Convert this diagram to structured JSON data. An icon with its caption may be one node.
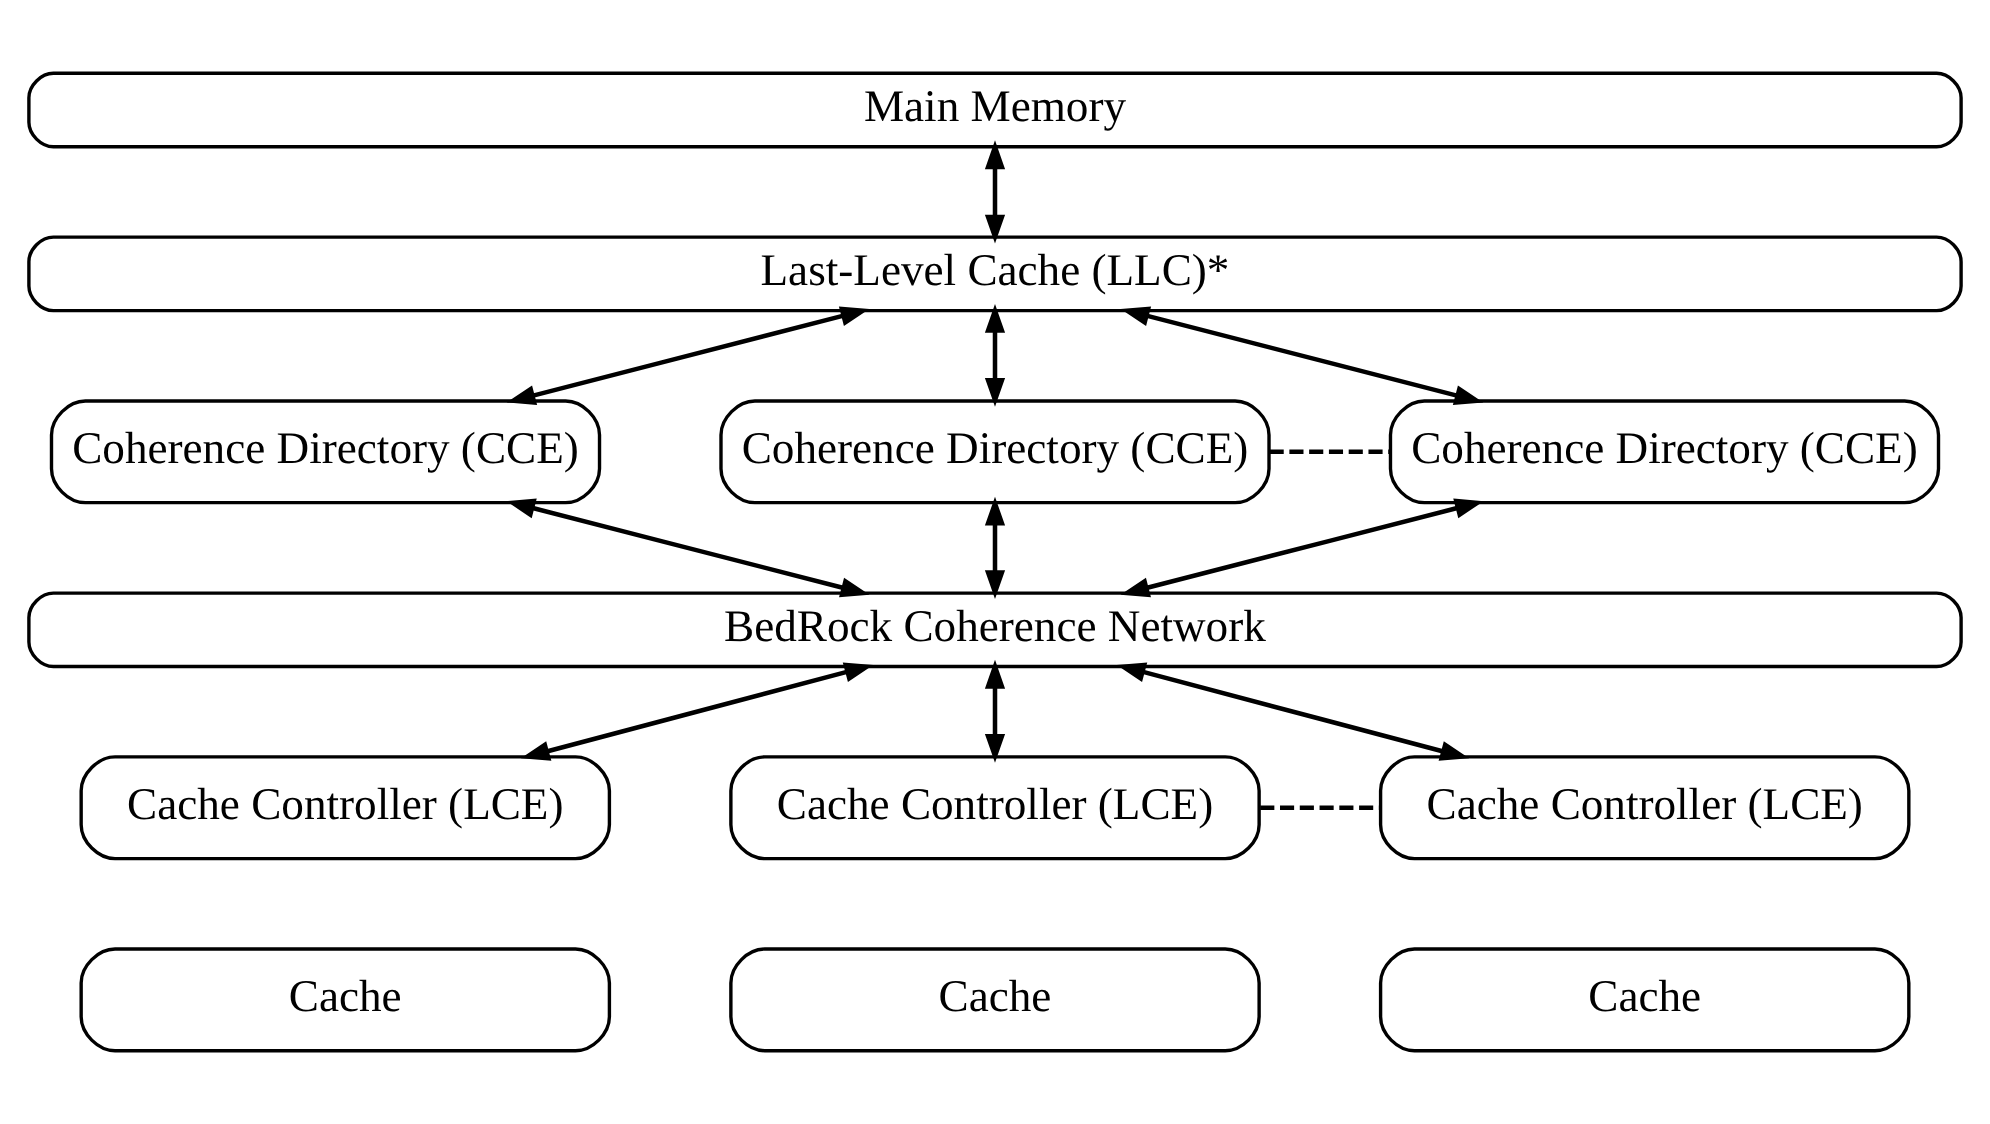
{
  "diagram": {
    "nodes": [
      {
        "text": [
          "Main Memory"
        ]
      },
      {
        "text": [
          "Last-Level Cache (LLC)*"
        ]
      },
      {
        "text": [
          "Coherence Directory (CCE)"
        ]
      },
      {
        "text": [
          "Coherence Directory (CCE)"
        ]
      },
      {
        "text": [
          "Coherence Directory (CCE)"
        ]
      },
      {
        "text": [
          "BedRock Coherence Network"
        ]
      },
      {
        "text": [
          "Cache Controller (LCE)"
        ]
      },
      {
        "text": [
          "Cache Controller (LCE)"
        ]
      },
      {
        "text": [
          "Cache Controller (LCE)"
        ]
      },
      {
        "text": [
          "Cache"
        ]
      },
      {
        "text": [
          "Cache"
        ]
      },
      {
        "text": [
          "Cache"
        ]
      }
    ],
    "edges": [
      {
        "from": 0,
        "to": 1,
        "arrow": "both"
      },
      {
        "from": 1,
        "to": 2,
        "arrow": "both"
      },
      {
        "from": 1,
        "to": 3,
        "arrow": "both"
      },
      {
        "from": 1,
        "to": 4,
        "arrow": "both"
      },
      {
        "from": 3,
        "to": 4,
        "arrow": "none",
        "style": "dashed"
      },
      {
        "from": 2,
        "to": 5,
        "arrow": "both"
      },
      {
        "from": 3,
        "to": 5,
        "arrow": "both"
      },
      {
        "from": 4,
        "to": 5,
        "arrow": "both"
      },
      {
        "from": 5,
        "to": 6,
        "arrow": "both"
      },
      {
        "from": 5,
        "to": 7,
        "arrow": "both"
      },
      {
        "from": 5,
        "to": 8,
        "arrow": "both"
      },
      {
        "from": 7,
        "to": 8,
        "arrow": "none",
        "style": "dashed"
      }
    ]
  }
}
